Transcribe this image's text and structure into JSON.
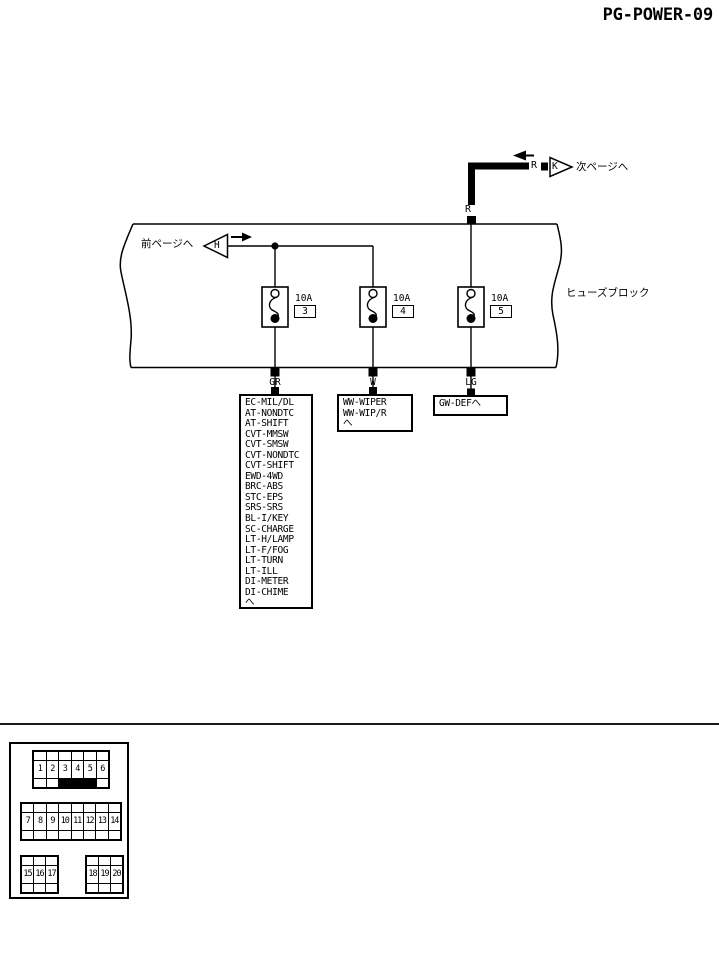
{
  "page": {
    "title": "PG-POWER-09"
  },
  "colors": {
    "line": "#000000",
    "background": "#ffffff",
    "filled_cell": "#000000"
  },
  "top_connector": {
    "wire_label": "R",
    "block_wire_label": "R",
    "letter": "K",
    "text": "次ページへ"
  },
  "prev_connector": {
    "letter": "H",
    "text": "前ページへ"
  },
  "fuse_block": {
    "label": "ヒューズブロック",
    "fuses": [
      {
        "rating": "10A",
        "number": "3",
        "wire_color": "GR"
      },
      {
        "rating": "10A",
        "number": "4",
        "wire_color": "W"
      },
      {
        "rating": "10A",
        "number": "5",
        "wire_color": "LG"
      }
    ]
  },
  "branch_boxes": [
    {
      "lines": [
        "EC-MIL/DL",
        "AT-NONDTC",
        "AT-SHIFT",
        "CVT-MMSW",
        "CVT-SMSW",
        "CVT-NONDTC",
        "CVT-SHIFT",
        "EWD-4WD",
        "BRC-ABS",
        "STC-EPS",
        "SRS-SRS",
        "BL-I/KEY",
        "SC-CHARGE",
        "LT-H/LAMP",
        "LT-F/FOG",
        "LT-TURN",
        "LT-ILL",
        "DI-METER",
        "DI-CHIME",
        "へ"
      ]
    },
    {
      "lines": [
        "WW-WIPER",
        "WW-WIP/R",
        "へ"
      ]
    },
    {
      "lines": [
        "GW-DEFへ"
      ]
    }
  ],
  "fuse_layout": {
    "grids": [
      {
        "numbers": [
          "1",
          "2",
          "3",
          "4",
          "5",
          "6"
        ],
        "highlighted": [
          "3",
          "4",
          "5"
        ]
      },
      {
        "numbers": [
          "7",
          "8",
          "9",
          "10",
          "11",
          "12",
          "13",
          "14"
        ],
        "highlighted": []
      },
      {
        "numbers": [
          "15",
          "16",
          "17"
        ],
        "highlighted": []
      },
      {
        "numbers": [
          "18",
          "19",
          "20"
        ],
        "highlighted": []
      }
    ]
  }
}
